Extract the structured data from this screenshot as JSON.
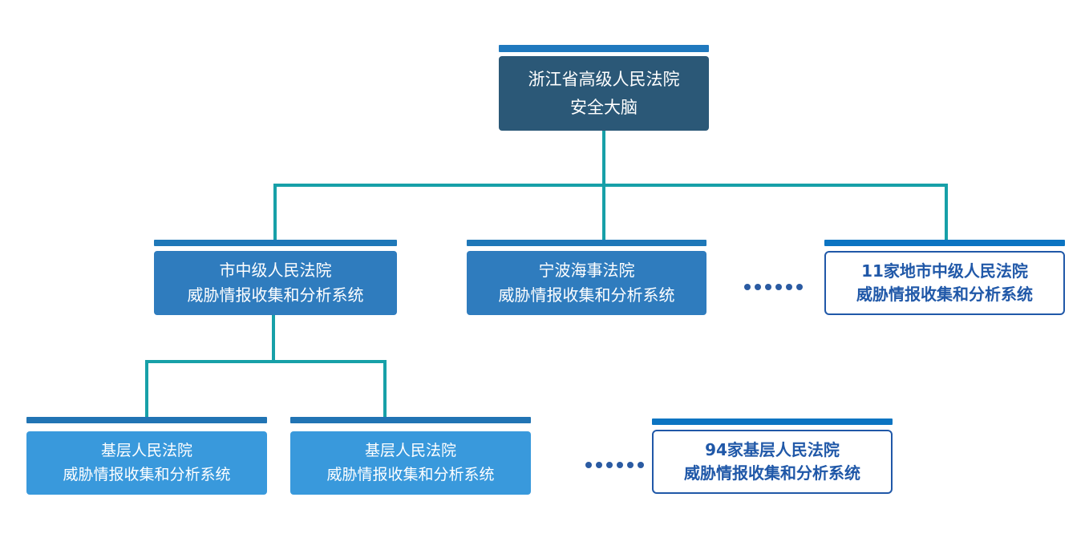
{
  "diagram": {
    "type": "org-chart",
    "levels": 3
  },
  "colors": {
    "root_box": "#2B5877",
    "root_accent_bar": "#2079BE",
    "branch_box": "#2F7CBE",
    "branch_accent_bar": "#1F78B8",
    "leaf_box": "#3999DC",
    "leaf_accent_bar": "#2174B4",
    "outline_accent_bar": "#0B74C2",
    "outline_border_text": "#2058A8",
    "connector_line": "#17A0A8",
    "ellipsis_dots": "#2B5BA2",
    "background": "#ffffff"
  },
  "nodes": {
    "root": {
      "line1": "浙江省高级人民法院",
      "line2": "安全大脑"
    },
    "intermediate_court": {
      "line1": "市中级人民法院",
      "line2": "威胁情报收集和分析系统"
    },
    "ningbo_maritime_court": {
      "line1": "宁波海事法院",
      "line2": "威胁情报收集和分析系统"
    },
    "intermediate_more": {
      "line1": "11家地市中级人民法院",
      "line2": "威胁情报收集和分析系统"
    },
    "basic_court_left": {
      "line1": "基层人民法院",
      "line2": "威胁情报收集和分析系统"
    },
    "basic_court_right": {
      "line1": "基层人民法院",
      "line2": "威胁情报收集和分析系统"
    },
    "basic_more": {
      "line1": "94家基层人民法院",
      "line2": "威胁情报收集和分析系统"
    }
  },
  "ellipsis": "……"
}
